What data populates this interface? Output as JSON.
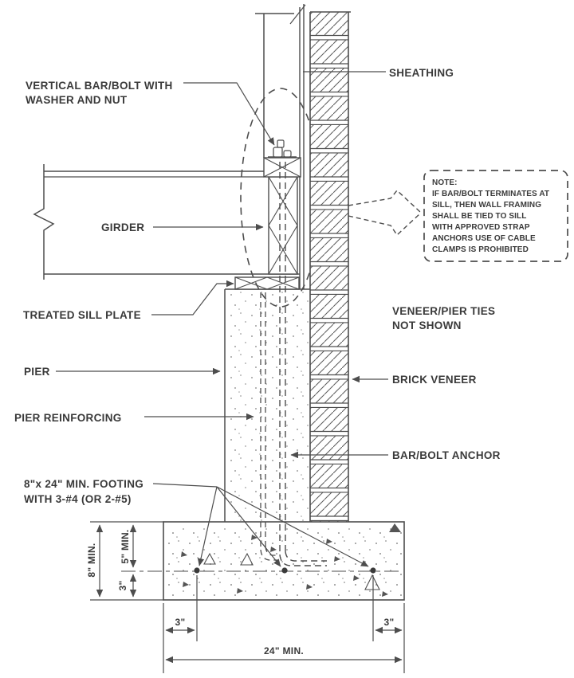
{
  "colors": {
    "background": "#ffffff",
    "line": "#4d4d4d",
    "text": "#3a3a3a"
  },
  "labels": {
    "vertical_bar_line1": "VERTICAL BAR/BOLT WITH",
    "vertical_bar_line2": "WASHER AND NUT",
    "sheathing": "SHEATHING",
    "girder": "GIRDER",
    "treated_sill_plate": "TREATED SILL PLATE",
    "pier": "PIER",
    "pier_reinforcing": "PIER REINFORCING",
    "veneer_ties_line1": "VENEER/PIER TIES",
    "veneer_ties_line2": "NOT SHOWN",
    "brick_veneer": "BRICK VENEER",
    "bar_bolt_anchor": "BAR/BOLT ANCHOR",
    "footing_line1": "8\"x 24\" MIN. FOOTING",
    "footing_line2": "WITH 3-#4 (OR 2-#5)"
  },
  "note": {
    "title": "NOTE:",
    "lines": [
      "IF BAR/BOLT TERMINATES AT",
      "SILL, THEN WALL FRAMING",
      "SHALL BE TIED TO SILL",
      "WITH APPROVED STRAP",
      "ANCHORS USE OF CABLE",
      "CLAMPS IS PROHIBITED"
    ]
  },
  "dims": {
    "footing_height": "8\" MIN.",
    "top_cover": "5\" MIN.",
    "bottom_cover": "3\"",
    "edge_left": "3\"",
    "edge_right": "3\"",
    "footing_width": "24\" MIN."
  }
}
